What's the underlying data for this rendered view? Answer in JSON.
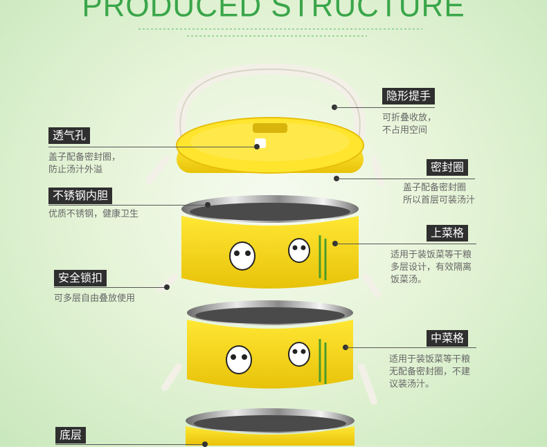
{
  "heading": "PRODUCED STRUCTURE",
  "callouts": {
    "handle": {
      "title": "隐形提手",
      "desc": [
        "可折叠收放，",
        "不占用空间"
      ]
    },
    "vent": {
      "title": "透气孔",
      "desc": [
        "盖子配备密封圈，",
        "防止汤汁外溢"
      ]
    },
    "seal": {
      "title": "密封圈",
      "desc": [
        "盖子配备密封圈",
        "所以首层可装汤汁"
      ]
    },
    "liner": {
      "title": "不锈钢内胆",
      "desc": [
        "优质不锈钢，健康卫生"
      ]
    },
    "top_tier": {
      "title": "上菜格",
      "desc": [
        "适用于装饭菜等干粮",
        "多层设计，有效隔离",
        "饭菜汤。"
      ]
    },
    "lock": {
      "title": "安全锁扣",
      "desc": [
        "可多层自由叠放使用"
      ]
    },
    "mid_tier": {
      "title": "中菜格",
      "desc": [
        "适用于装饭菜等干粮",
        "无配备密封圈，不建",
        "议装汤汁。"
      ]
    },
    "bottom": {
      "title": "底层"
    }
  },
  "colors": {
    "accent": "#3aa64a",
    "container": "#f5d40f",
    "handle": "#f2efe6"
  }
}
